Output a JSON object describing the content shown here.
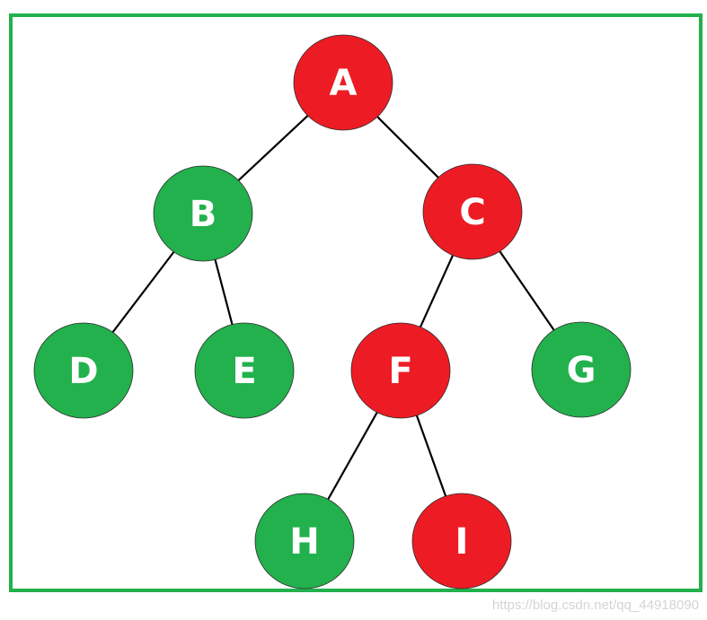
{
  "colors": {
    "red_node": "#ed1c24",
    "green_node": "#22b14c",
    "frame": "#22b14c",
    "edge": "#000000",
    "label": "#ffffff"
  },
  "tree": {
    "nodes": [
      {
        "id": "A",
        "label": "A",
        "color": "red"
      },
      {
        "id": "B",
        "label": "B",
        "color": "green"
      },
      {
        "id": "C",
        "label": "C",
        "color": "red"
      },
      {
        "id": "D",
        "label": "D",
        "color": "green"
      },
      {
        "id": "E",
        "label": "E",
        "color": "green"
      },
      {
        "id": "F",
        "label": "F",
        "color": "red"
      },
      {
        "id": "G",
        "label": "G",
        "color": "green"
      },
      {
        "id": "H",
        "label": "H",
        "color": "green"
      },
      {
        "id": "I",
        "label": "I",
        "color": "red"
      }
    ],
    "edges": [
      {
        "from": "A",
        "to": "B"
      },
      {
        "from": "A",
        "to": "C"
      },
      {
        "from": "B",
        "to": "D"
      },
      {
        "from": "B",
        "to": "E"
      },
      {
        "from": "C",
        "to": "F"
      },
      {
        "from": "C",
        "to": "G"
      },
      {
        "from": "F",
        "to": "H"
      },
      {
        "from": "F",
        "to": "I"
      }
    ]
  },
  "watermark": "https://blog.csdn.net/qq_44918090"
}
